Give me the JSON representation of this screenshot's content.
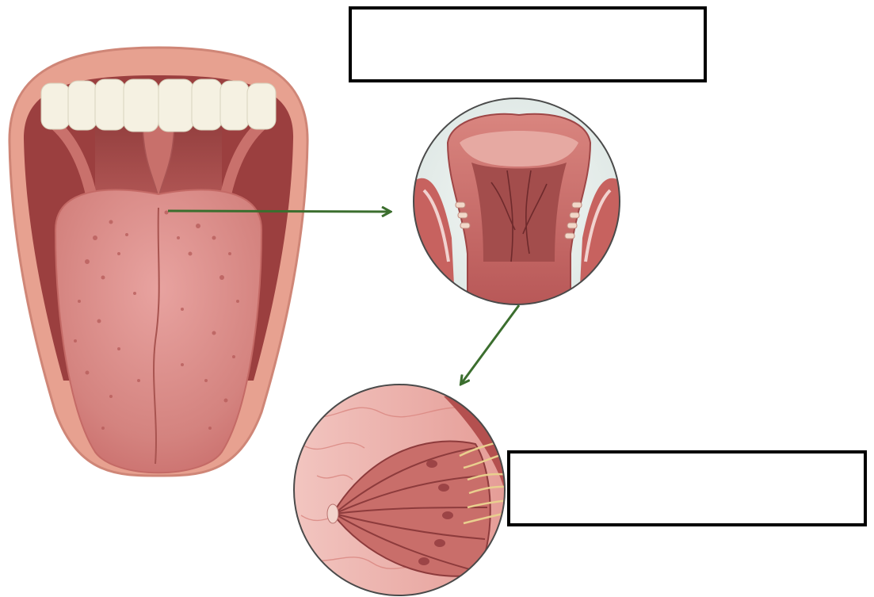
{
  "labels": {
    "top_box_text": "",
    "bottom_box_text": ""
  },
  "colors": {
    "arrow": "#3b6e2e",
    "label_border": "#000000",
    "tongue": "#d98784",
    "lips": "#e9a89a",
    "teeth": "#f5f1e2",
    "tissue": "#b9585b"
  },
  "icons": {
    "mouth": "open-mouth-tongue-illustration",
    "papilla_zoom": "tongue-papilla-cross-section",
    "taste_bud_zoom": "taste-bud-cells-illustration"
  }
}
